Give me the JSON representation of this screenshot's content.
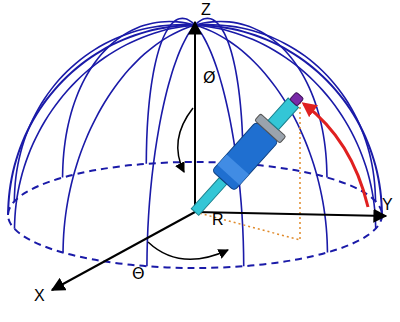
{
  "diagram": {
    "labels": [
      "Z",
      "Ø",
      "R",
      "Y",
      "X",
      "Θ"
    ]
  }
}
